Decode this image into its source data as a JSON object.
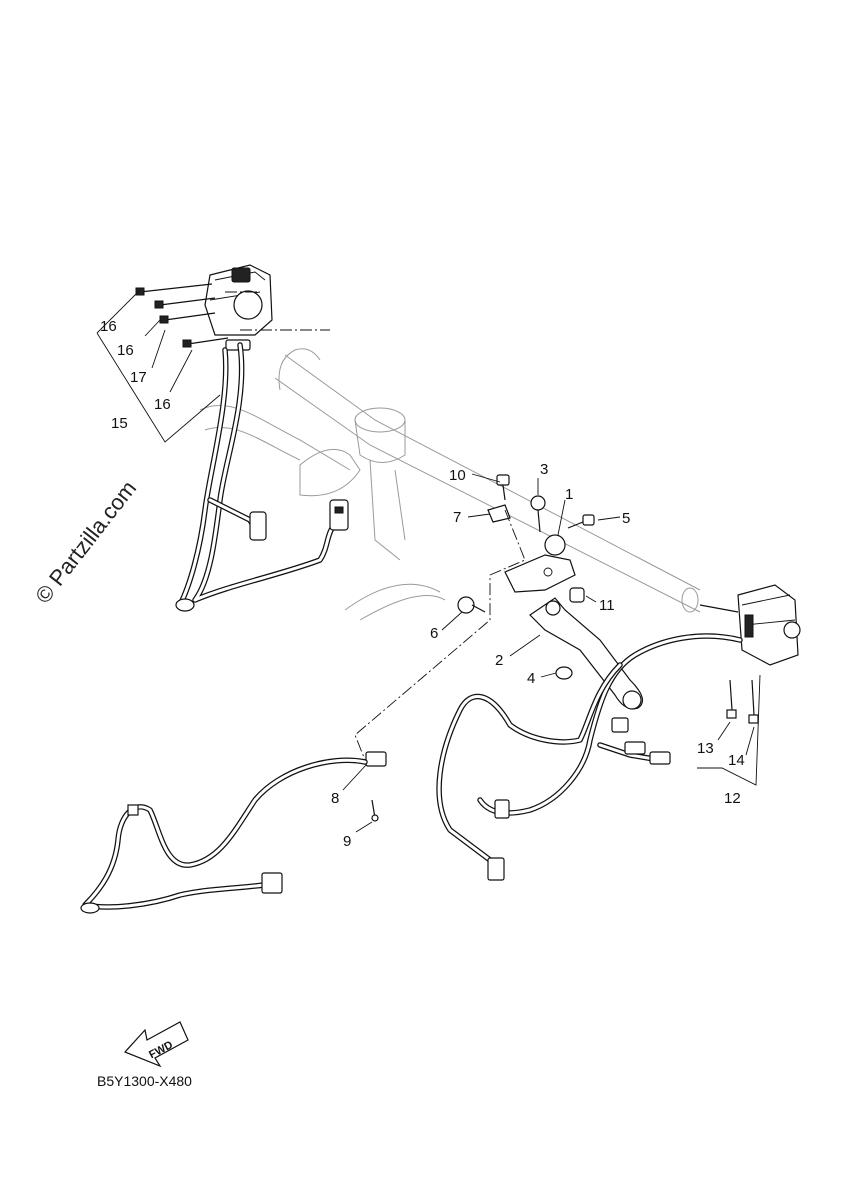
{
  "watermark": "© Partzilla.com",
  "diagram_code": "B5Y1300-X480",
  "fwd_label": "FWD",
  "callouts": {
    "c1": "1",
    "c2": "2",
    "c3": "3",
    "c4": "4",
    "c5": "5",
    "c6": "6",
    "c7": "7",
    "c8": "8",
    "c9": "9",
    "c10": "10",
    "c11": "11",
    "c12": "12",
    "c13": "13",
    "c14": "14",
    "c15": "15",
    "c16a": "16",
    "c16b": "16",
    "c16c": "16",
    "c17": "17"
  }
}
